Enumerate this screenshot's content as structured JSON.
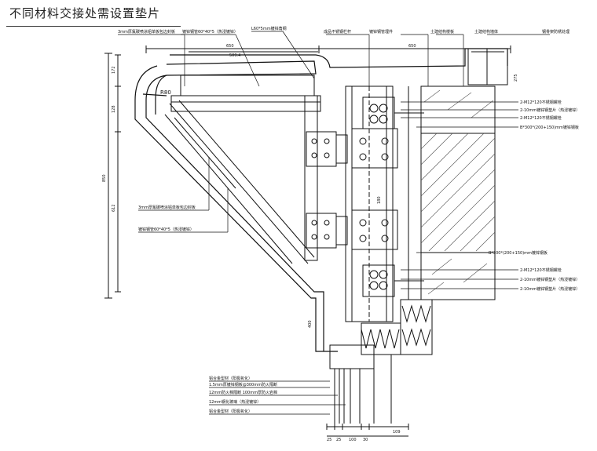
{
  "title": "不同材料交接处需设置垫片",
  "callouts_top": [
    "3mm厚氟碳喷涂铝单板包边封板",
    "镀锌钢管60*40*5（热浸镀锌）",
    "L60*5mm镀锌角钢",
    "成品不锈钢栏杆",
    "镀锌钢管埋件",
    "土建结构楼板",
    "土建结构墙体",
    "钢骨架防锈处理"
  ],
  "callouts_right": [
    "2-M12*120不锈钢螺栓",
    "2-10mm镀锌钢垫片（热浸镀锌）",
    "2-M12*120不锈钢螺栓",
    "B*300*(200+150)mm镀锌钢板",
    "B*300*(200+150)mm镀锌钢板",
    "2-M12*120不锈钢螺栓",
    "2-10mm镀锌钢垫片（热浸镀锌）",
    "2-10mm镀锌钢垫片（热浸镀锌）"
  ],
  "callouts_left": [
    "3mm厚氟碳喷涂铝单板包边封板",
    "镀锌钢管60*40*5（热浸镀锌）"
  ],
  "callouts_bottom": [
    "铝合金型材（阳极氧化）",
    "1.5mm厚镀锌钢板@300mm防火隔断",
    "12mm防火棉隔断 100mm厚防火岩棉",
    "12mm钢化玻璃（热浸镀锌）",
    "铝合金型材（阳极氧化）"
  ],
  "dims_top": [
    "650",
    "509.4",
    "650"
  ],
  "dims_left": [
    "172",
    "128",
    "612",
    "850"
  ],
  "dims_vertical": [
    "400",
    "180",
    "275"
  ],
  "dims_bottom": [
    "25",
    "25",
    "100",
    "30",
    "109"
  ],
  "radius_label": "R80",
  "colors": {
    "line": "#111111",
    "hatch": "#555555",
    "insulation": "#333333"
  }
}
